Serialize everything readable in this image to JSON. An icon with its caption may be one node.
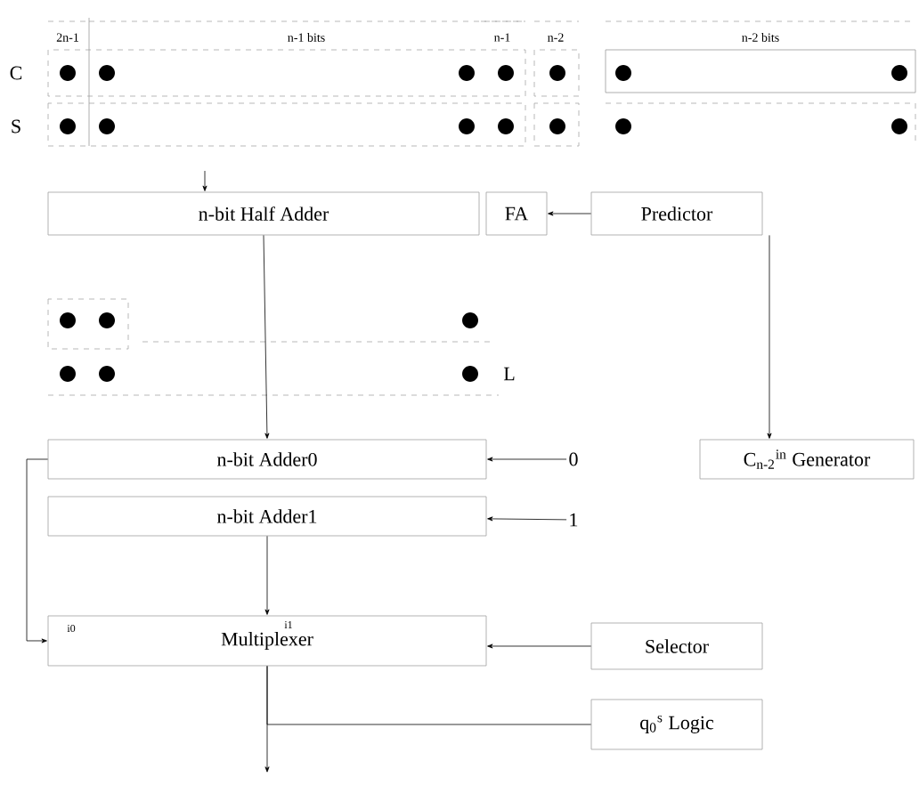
{
  "diagram": {
    "nodes": [
      {
        "text": [
          "n-bit Half Adder"
        ]
      },
      {
        "text": [
          "FA"
        ]
      },
      {
        "text": [
          "Predictor"
        ]
      },
      {
        "text": [
          "C$_{n-2}$$^{in}$ Generator"
        ]
      },
      {
        "text": [
          "n-bit Adder0"
        ]
      },
      {
        "text": [
          "0"
        ]
      },
      {
        "text": [
          "n-bit Adder1"
        ]
      },
      {
        "text": [
          "1"
        ]
      },
      {
        "text": [
          "Multiplexer"
        ]
      },
      {
        "text": [
          "Selector"
        ]
      },
      {
        "text": [
          "q$_{0}$$^{s}$ Logic"
        ]
      }
    ],
    "edges": [
      {
        "from": null,
        "to": 0,
        "arrow": "to"
      },
      {
        "from": 2,
        "to": 1,
        "arrow": "to"
      },
      {
        "from": 2,
        "to": 3,
        "arrow": "to"
      },
      {
        "from": 0,
        "to": 4,
        "arrow": "to"
      },
      {
        "from": 5,
        "to": 4,
        "arrow": "to"
      },
      {
        "from": 7,
        "to": 6,
        "arrow": "to"
      },
      {
        "from": 4,
        "to": 8,
        "arrow": "to"
      },
      {
        "from": 6,
        "to": 8,
        "arrow": "to"
      },
      {
        "from": 9,
        "to": 8,
        "arrow": "to"
      },
      {
        "from": 8,
        "to": 10,
        "arrow": "none"
      },
      {
        "from": 8,
        "to": null,
        "arrow": "to"
      }
    ],
    "labels": [
      "2n-1",
      "n-1 bits",
      "n-1",
      "n-2",
      "n-2 bits",
      "C",
      "S",
      "L",
      "i0",
      "i1"
    ]
  }
}
